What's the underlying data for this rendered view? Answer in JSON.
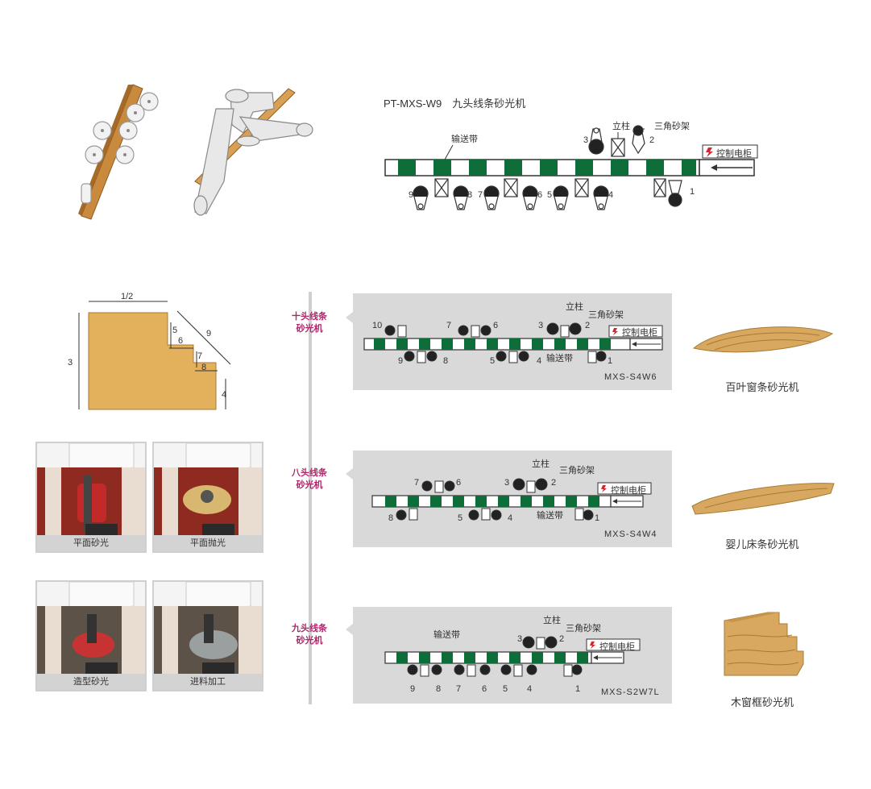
{
  "main_diagram": {
    "title": "PT-MXS-W9　九头线条砂光机",
    "label_belt": "输送带",
    "label_column": "立柱",
    "label_triangle": "三角砂架",
    "label_cabinet": "控制电柜",
    "numbers": [
      "9",
      "8",
      "7",
      "6",
      "5",
      "4",
      "3",
      "2",
      "1"
    ]
  },
  "profile": {
    "labels": [
      "1/2",
      "3",
      "4",
      "5",
      "6",
      "7",
      "8",
      "9"
    ]
  },
  "photos": [
    {
      "caption": "平面砂光"
    },
    {
      "caption": "平面抛光"
    },
    {
      "caption": "造型砂光"
    },
    {
      "caption": "进料加工"
    }
  ],
  "rows": [
    {
      "tag_line1": "十头线条",
      "tag_line2": "砂光机",
      "model": "MXS-S4W6",
      "label_column": "立柱",
      "label_triangle": "三角砂架",
      "label_cabinet": "控制电柜",
      "label_belt": "输送带",
      "numbers": [
        "10",
        "7",
        "6",
        "3",
        "2",
        "9",
        "8",
        "5",
        "4",
        "1"
      ],
      "product": "百叶窗条砂光机"
    },
    {
      "tag_line1": "八头线条",
      "tag_line2": "砂光机",
      "model": "MXS-S4W4",
      "label_column": "立柱",
      "label_triangle": "三角砂架",
      "label_cabinet": "控制电柜",
      "label_belt": "输送带",
      "numbers": [
        "7",
        "6",
        "3",
        "2",
        "8",
        "5",
        "4",
        "1"
      ],
      "product": "婴儿床条砂光机"
    },
    {
      "tag_line1": "九头线条",
      "tag_line2": "砂光机",
      "model": "MXS-S2W7L",
      "label_column": "立柱",
      "label_triangle": "三角砂架",
      "label_cabinet": "控制电柜",
      "label_belt": "输送带",
      "numbers": [
        "3",
        "2",
        "9",
        "8",
        "7",
        "6",
        "5",
        "4",
        "1"
      ],
      "product": "木窗框砂光机"
    }
  ],
  "colors": {
    "green": "#0e6e3a",
    "tag": "#b0246a",
    "panel": "#d9d9d9",
    "wood": "#e3b15c",
    "lightning": "#d6262c"
  }
}
